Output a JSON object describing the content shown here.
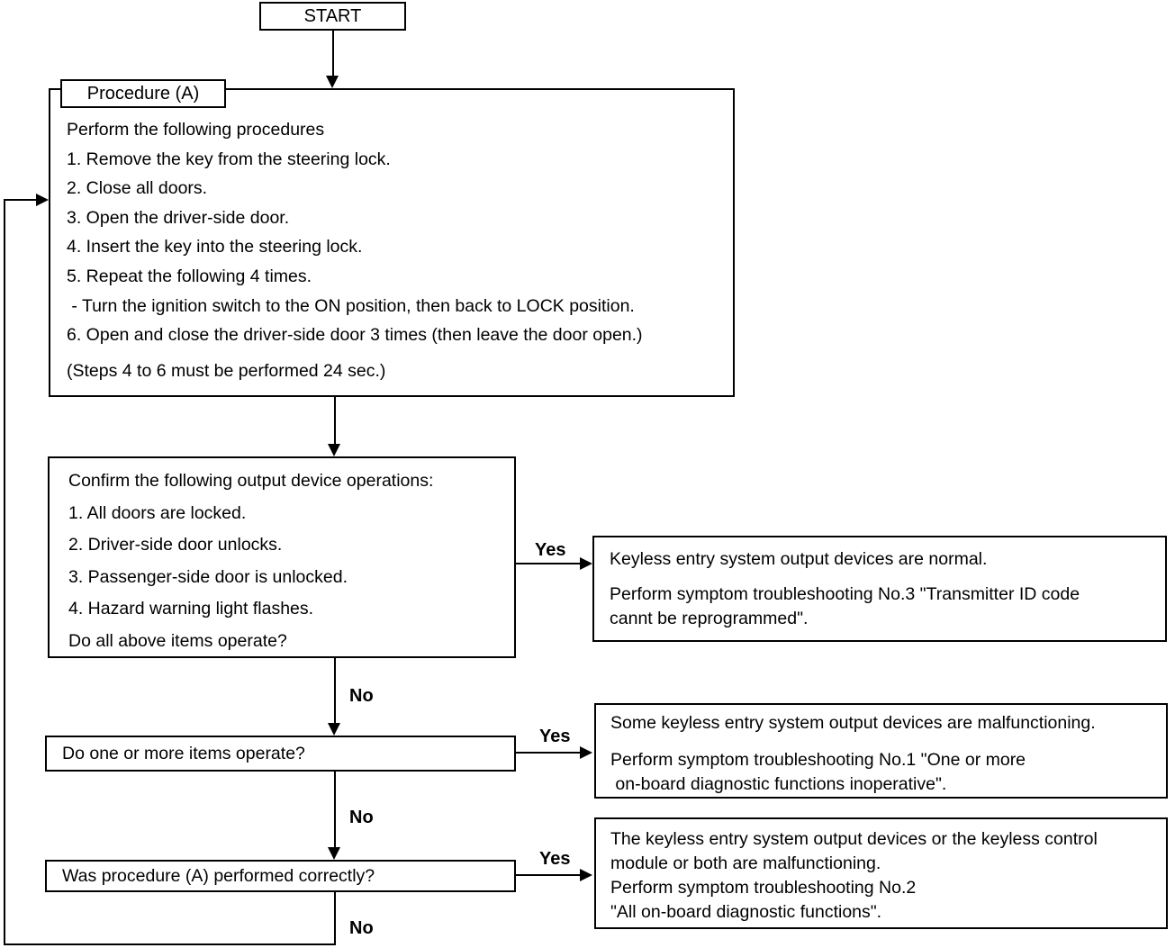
{
  "flow": {
    "start_label": "START",
    "procedure": {
      "tag": "Procedure (A)",
      "lines": [
        "Perform the following procedures",
        "1. Remove the key from the steering lock.",
        "2. Close all doors.",
        "3. Open the driver-side door.",
        "4. Insert the key into the steering lock.",
        "5. Repeat the following 4 times.",
        " - Turn the ignition switch to the ON position, then back to LOCK position.",
        "6. Open and close the driver-side door 3 times (then leave the door open.)",
        "(Steps 4 to 6 must be performed 24 sec.)"
      ]
    },
    "confirm": {
      "lines": [
        "Confirm the following output device operations:",
        "1. All doors are locked.",
        "2. Driver-side door unlocks.",
        "3. Passenger-side door is unlocked.",
        "4. Hazard warning light flashes.",
        "Do all above items operate?"
      ]
    },
    "questions": {
      "one_or_more": "Do one or more items operate?",
      "procedure_correct": "Was procedure (A) performed correctly?"
    },
    "results": {
      "normal": {
        "lines": [
          "Keyless entry system output devices are normal.",
          "Perform symptom troubleshooting No.3 \"Transmitter ID code",
          "cannt be reprogrammed\"."
        ]
      },
      "some_malfunctioning": {
        "lines": [
          "Some keyless entry system output devices are malfunctioning.",
          "Perform symptom troubleshooting No.1 \"One or more",
          " on-board diagnostic functions inoperative\"."
        ]
      },
      "devices_or_module": {
        "lines": [
          "The keyless entry system output devices or the keyless control",
          "module or both are malfunctioning.",
          "Perform symptom troubleshooting No.2",
          "\"All on-board diagnostic functions\"."
        ]
      }
    },
    "branch_labels": {
      "yes": "Yes",
      "no": "No"
    },
    "line_color": "#000000",
    "background_color": "#ffffff"
  }
}
